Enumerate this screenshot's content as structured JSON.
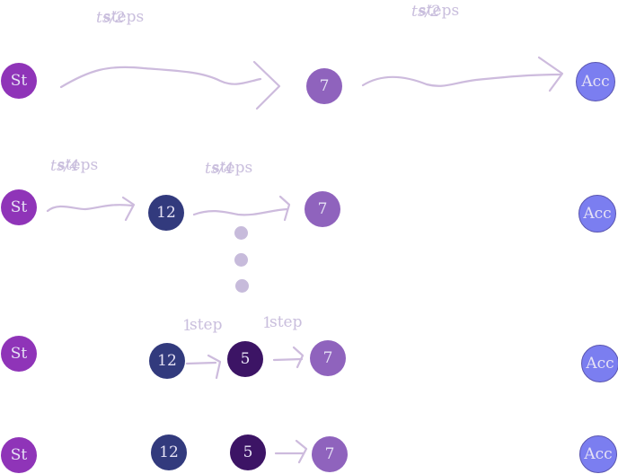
{
  "colors": {
    "stroke": "#cdbbdd",
    "dots": "#c7bbdb",
    "start": "#8f34b8",
    "seven": "#8f63bd",
    "twelve": "#323a7d",
    "five": "#3c1465",
    "acc": "#7b7ef0"
  },
  "nodes": {
    "start": "St",
    "seven": "7",
    "twelve": "12",
    "five": "5",
    "accept": "Acc"
  },
  "labels": {
    "half_a": "ts/2",
    "half_b": "steps",
    "quarter_a": "ts/4",
    "quarter_b": "steps",
    "one_a": "1",
    "one_b": "step"
  }
}
